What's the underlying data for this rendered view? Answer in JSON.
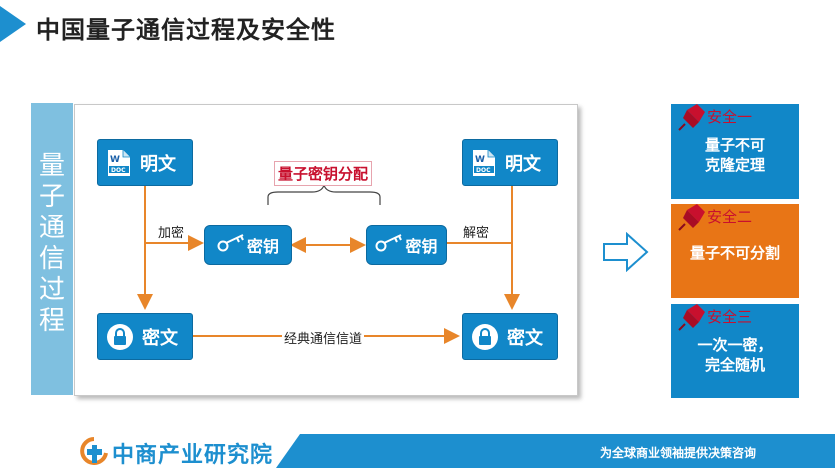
{
  "title": "中国量子通信过程及安全性",
  "panel_label": "量子通信过程",
  "qkd_label": "量子密钥分配",
  "nodes": {
    "plain_left": "明文",
    "plain_right": "明文",
    "cipher_left": "密文",
    "cipher_right": "密文",
    "key_left": "密钥",
    "key_right": "密钥",
    "doc_tag": "DOC"
  },
  "edges": {
    "encrypt": "加密",
    "decrypt": "解密",
    "classic_channel": "经典通信信道"
  },
  "security": [
    {
      "head": "安全一",
      "body_line1": "量子不可",
      "body_line2": "克隆定理"
    },
    {
      "head": "安全二",
      "body_line1": "量子不可分割",
      "body_line2": ""
    },
    {
      "head": "安全三",
      "body_line1": "一次一密，",
      "body_line2": "完全随机"
    }
  ],
  "footer": {
    "logo_text": "中商产业研究院",
    "slogan": "为全球商业领袖提供决策咨询"
  },
  "colors": {
    "accent_blue": "#1d8fcf",
    "node_blue": "#1187c8",
    "arrow_orange": "#e8862a",
    "sec_orange": "#e87516",
    "pin_red": "#c8102e"
  }
}
